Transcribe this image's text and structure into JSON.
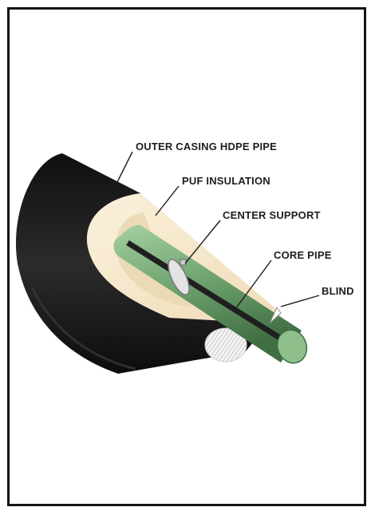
{
  "labels": {
    "outer_casing": "OUTER CASING HDPE PIPE",
    "puf_insulation": "PUF INSULATION",
    "center_support": "CENTER SUPPORT",
    "core_pipe": "CORE PIPE",
    "blind": "BLIND"
  },
  "colors": {
    "outer_casing": "#1b1b1b",
    "insulation": "#f6ead0",
    "core_pipe": "#6fa46f",
    "support_band": "#d4d4d4",
    "frame": "#141414"
  }
}
